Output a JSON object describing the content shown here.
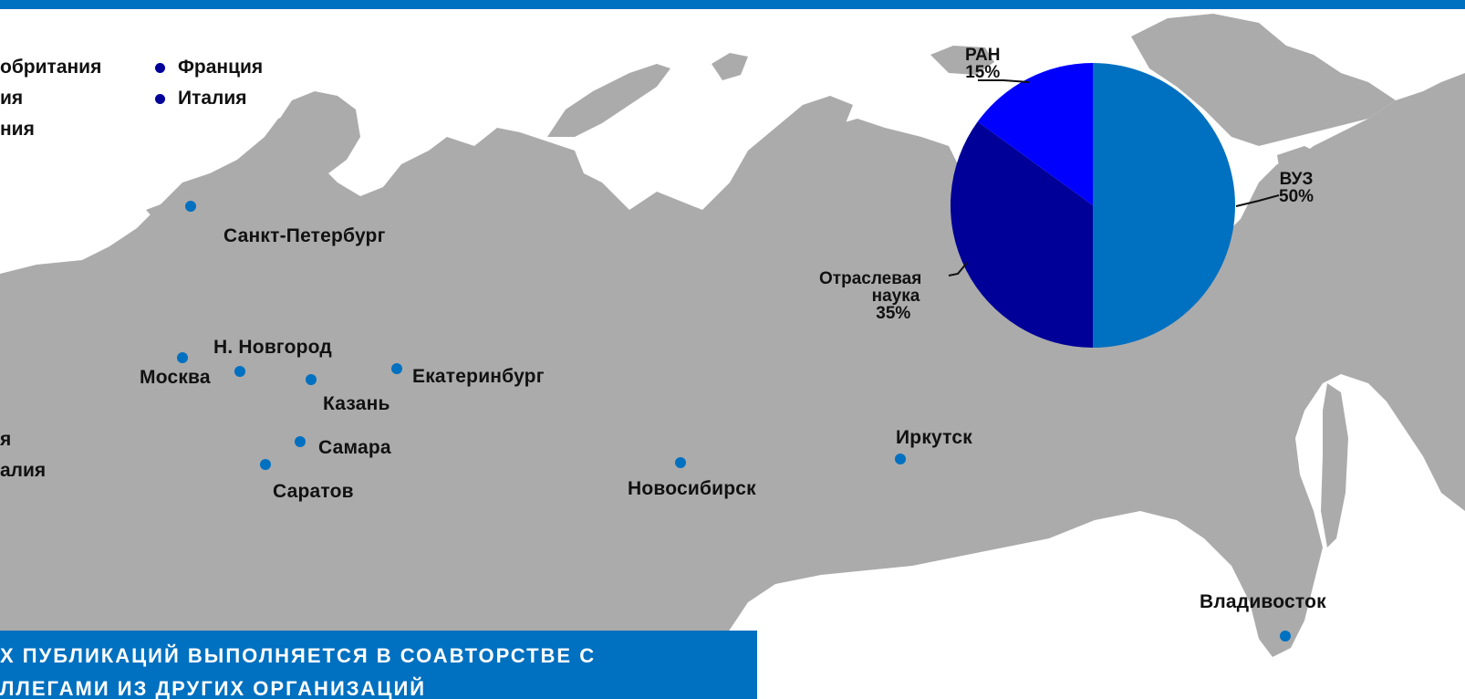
{
  "colors": {
    "brand_blue": "#0070c0",
    "land_gray": "#ababab",
    "dark_blue": "#000099",
    "bright_blue": "#0000ff",
    "city_dot": "#0070c0",
    "text": "#111111"
  },
  "legend_top": {
    "items": [
      {
        "label": "обритания",
        "dot_color": ""
      },
      {
        "label": "ия",
        "dot_color": ""
      },
      {
        "label": "ния",
        "dot_color": ""
      },
      {
        "label": "Франция",
        "dot_color": "#000099"
      },
      {
        "label": "Италия",
        "dot_color": "#000099"
      }
    ]
  },
  "legend_bottom": {
    "items": [
      {
        "label": "я"
      },
      {
        "label": "алия"
      }
    ]
  },
  "cities": [
    {
      "name": "Санкт-Петербург"
    },
    {
      "name": "Н. Новгород"
    },
    {
      "name": "Москва"
    },
    {
      "name": "Казань"
    },
    {
      "name": "Екатеринбург"
    },
    {
      "name": "Самара"
    },
    {
      "name": "Саратов"
    },
    {
      "name": "Новосибирск"
    },
    {
      "name": "Иркутск"
    },
    {
      "name": "Владивосток"
    }
  ],
  "chart_data": {
    "type": "pie",
    "slices": [
      {
        "label": "ВУЗ",
        "value": 50,
        "value_label": "50%",
        "color": "#0070c0"
      },
      {
        "label": "Отраслевая наука",
        "value": 35,
        "value_label": "35%",
        "color": "#000099"
      },
      {
        "label": "РАН",
        "value": 15,
        "value_label": "15%",
        "color": "#0000ff"
      }
    ],
    "label_text": {
      "vuz": "ВУЗ",
      "industry_line1": "Отраслевая",
      "industry_line2": "наука",
      "ran": "РАН"
    }
  },
  "banner": {
    "line1": "Х  ПУБЛИКАЦИЙ  ВЫПОЛНЯЕТСЯ  В СОАВТОРСТВЕ  С",
    "line2": "ЛЛЕГАМИ  ИЗ  ДРУГИХ  ОРГАНИЗАЦИЙ"
  }
}
